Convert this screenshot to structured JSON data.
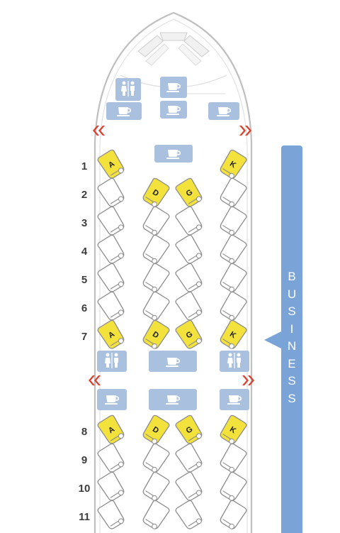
{
  "rows": [
    {
      "number": "1"
    },
    {
      "number": "2"
    },
    {
      "number": "3"
    },
    {
      "number": "4"
    },
    {
      "number": "5"
    },
    {
      "number": "6"
    },
    {
      "number": "7"
    },
    {
      "number": "8"
    },
    {
      "number": "9"
    },
    {
      "number": "10"
    },
    {
      "number": "11"
    }
  ],
  "seat_letters": {
    "a": "A",
    "d": "D",
    "g": "G",
    "k": "K"
  },
  "cabin": {
    "label": "BUSINESS",
    "letters": [
      "B",
      "U",
      "S",
      "I",
      "N",
      "E",
      "S",
      "S"
    ]
  },
  "legend_colors": {
    "highlighted_seat": "#f3e23c",
    "standard_seat": "#ffffff",
    "facility_block": "#a9c1df",
    "cabin_bar": "#7aa3d8",
    "exit_arrow": "#d9402f"
  },
  "icons": {
    "galley": "coffee-cup-icon",
    "lavatory": "lavatory-icon",
    "exit": "exit-arrows-icon"
  }
}
